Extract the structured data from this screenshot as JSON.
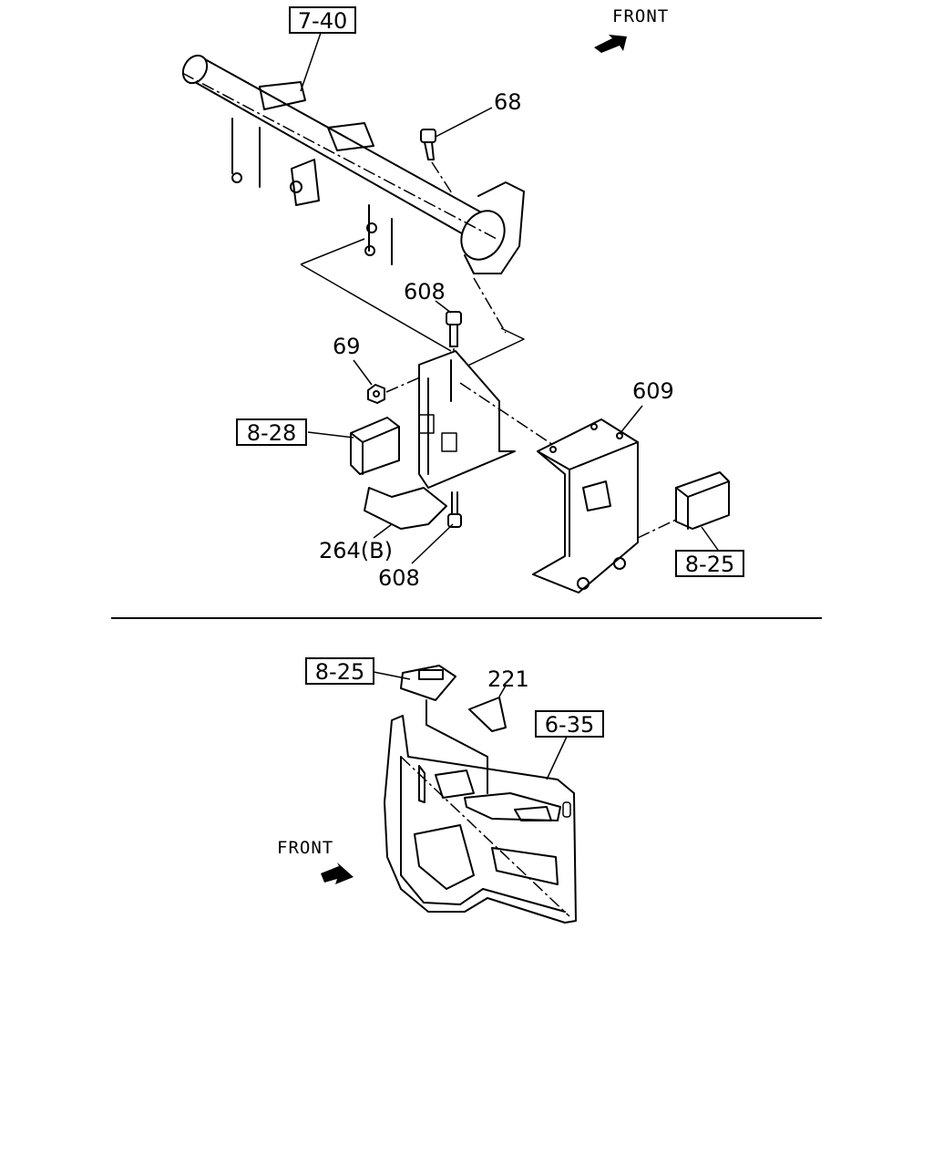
{
  "labels": {
    "ref_7_40": "7-40",
    "front_top": "FRONT",
    "part_68": "68",
    "part_608_upper": "608",
    "part_69": "69",
    "ref_8_28": "8-28",
    "part_609": "609",
    "ref_8_25_upper": "8-25",
    "part_264b": "264(B)",
    "part_608_lower": "608",
    "ref_8_25_lower": "8-25",
    "part_221": "221",
    "ref_6_35": "6-35",
    "front_bottom": "FRONT"
  },
  "colors": {
    "line": "#000000",
    "background": "#ffffff"
  }
}
